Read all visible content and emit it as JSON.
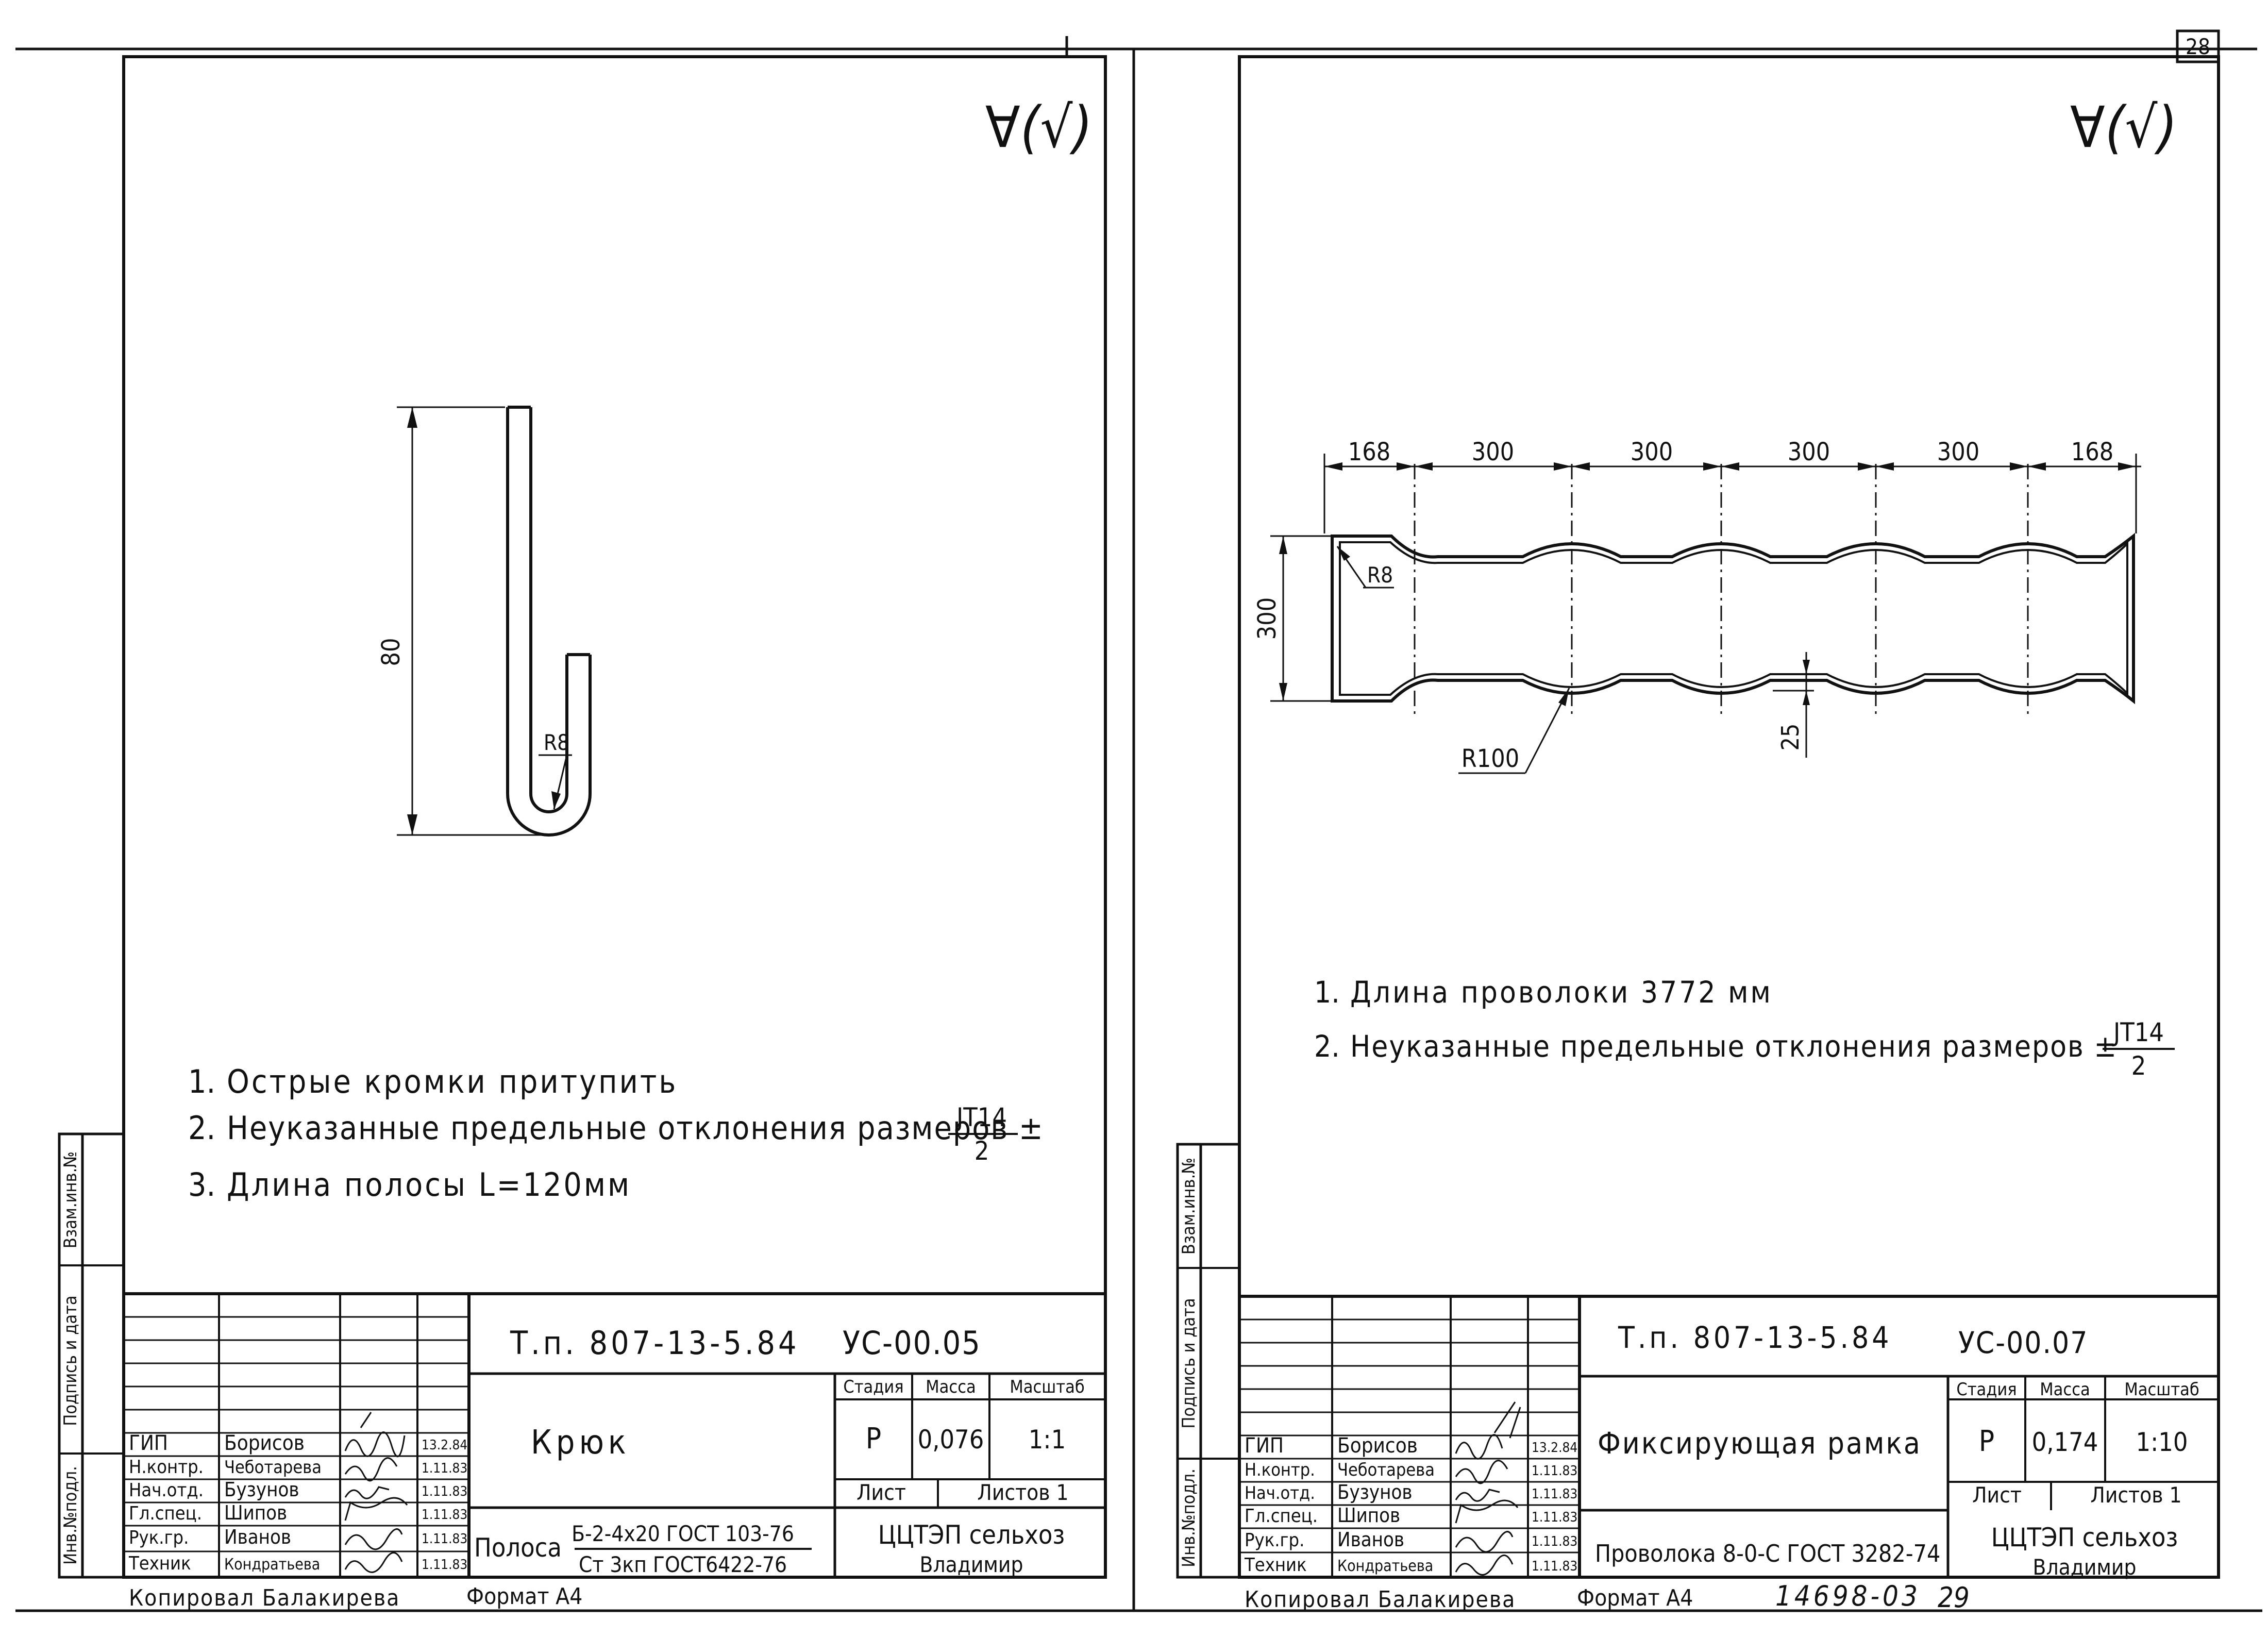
{
  "page_number": "28",
  "bottom_stamp": {
    "number": "14698-03",
    "page": "29"
  },
  "sheets": [
    {
      "roughness": "∀(√)",
      "part": {
        "dim_height": "80",
        "dim_radius": "R8"
      },
      "notes": [
        {
          "num": "1.",
          "text": "Острые кромки притупить"
        },
        {
          "num": "2.",
          "text": "Неуказанные предельные отклонения размеров ±",
          "frac_num": "JT14",
          "frac_den": "2"
        },
        {
          "num": "3.",
          "text": "Длина полосы L=120мм"
        }
      ],
      "side_labels": [
        "Инв.№подл.",
        "Подпись и дата",
        "Взам.инв.№"
      ],
      "title_block": {
        "doc_code": "Т.п. 807-13-5.84",
        "designation": "УС-00.05",
        "name": "Крюк",
        "material_prefix": "Полоса",
        "material_top": "Б-2-4х20 ГОСТ 103-76",
        "material_bottom": "Ст 3кп ГОСТ6422-76",
        "head_stage": "Стадия",
        "head_mass": "Масса",
        "head_scale": "Масштаб",
        "stage": "Р",
        "mass": "0,076",
        "scale": "1:1",
        "sheet": "Лист",
        "sheets": "Листов 1",
        "org_line1": "ЦЦТЭП сельхоз",
        "org_line2": "Владимир",
        "people": [
          {
            "role": "ГИП",
            "name": "Борисов",
            "date": "13.2.84"
          },
          {
            "role": "Н.контр.",
            "name": "Чеботарева",
            "date": "1.11.83"
          },
          {
            "role": "Нач.отд.",
            "name": "Бузунов",
            "date": "1.11.83"
          },
          {
            "role": "Гл.спец.",
            "name": "Шипов",
            "date": "1.11.83"
          },
          {
            "role": "Рук.гр.",
            "name": "Иванов",
            "date": "1.11.83"
          },
          {
            "role": "Техник",
            "name": "Кондратьева",
            "date": "1.11.83"
          }
        ]
      },
      "footer_left": "Копировал Балакирева",
      "footer_format": "Формат А4"
    },
    {
      "roughness": "∀(√)",
      "part": {
        "dims_top": [
          "168",
          "300",
          "300",
          "300",
          "300",
          "168"
        ],
        "dim_height": "300",
        "dim_r8": "R8",
        "dim_r100": "R100",
        "dim_25": "25"
      },
      "notes": [
        {
          "num": "1.",
          "text": "Длина проволоки 3772 мм"
        },
        {
          "num": "2.",
          "text": "Неуказанные предельные отклонения размеров ±",
          "frac_num": "JT14",
          "frac_den": "2"
        }
      ],
      "side_labels": [
        "Инв.№подл.",
        "Подпись и дата",
        "Взам.инв.№"
      ],
      "title_block": {
        "doc_code": "Т.п. 807-13-5.84",
        "designation": "УС-00.07",
        "name": "Фиксирующая рамка",
        "material_prefix": "",
        "material_top": "",
        "material_bottom": "Проволока 8-0-С ГОСТ 3282-74",
        "head_stage": "Стадия",
        "head_mass": "Масса",
        "head_scale": "Масштаб",
        "stage": "Р",
        "mass": "0,174",
        "scale": "1:10",
        "sheet": "Лист",
        "sheets": "Листов 1",
        "org_line1": "ЦЦТЭП сельхоз",
        "org_line2": "Владимир",
        "people": [
          {
            "role": "ГИП",
            "name": "Борисов",
            "date": "13.2.84"
          },
          {
            "role": "Н.контр.",
            "name": "Чеботарева",
            "date": "1.11.83"
          },
          {
            "role": "Нач.отд.",
            "name": "Бузунов",
            "date": "1.11.83"
          },
          {
            "role": "Гл.спец.",
            "name": "Шипов",
            "date": "1.11.83"
          },
          {
            "role": "Рук.гр.",
            "name": "Иванов",
            "date": "1.11.83"
          },
          {
            "role": "Техник",
            "name": "Кондратьева",
            "date": "1.11.83"
          }
        ]
      },
      "footer_left": "Копировал Балакирева",
      "footer_format": "Формат А4"
    }
  ]
}
